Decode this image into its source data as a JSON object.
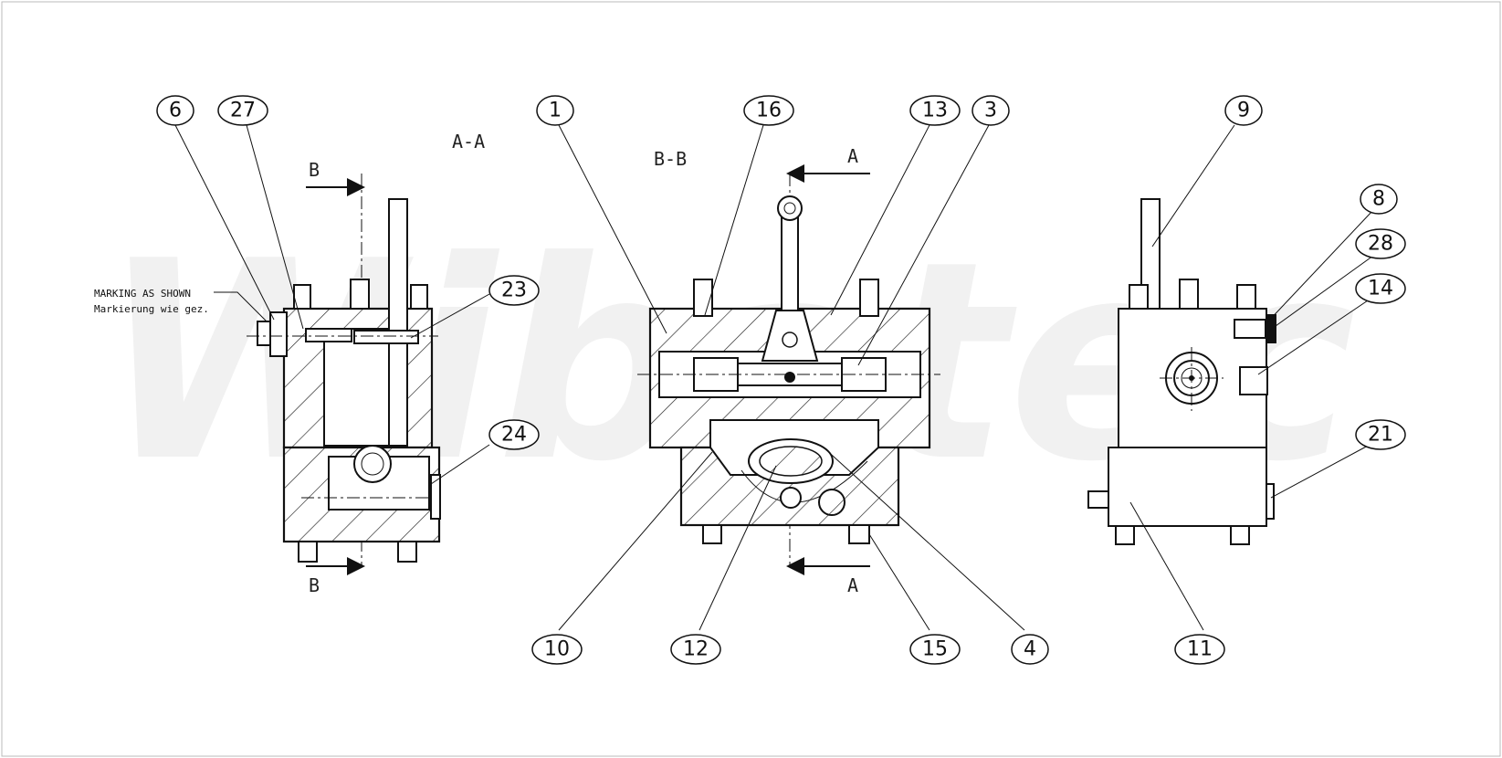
{
  "watermark": "Wibatec",
  "views": {
    "section_aa": {
      "label": "A-A"
    },
    "section_bb": {
      "label": "B-B"
    },
    "cut_marks": {
      "b_top": "B",
      "b_bottom": "B",
      "a_top": "A",
      "a_bottom": "A"
    }
  },
  "note": {
    "line1": "MARKING AS SHOWN",
    "line2": "Markierung wie gez."
  },
  "balloons": [
    "6",
    "27",
    "23",
    "24",
    "1",
    "16",
    "13",
    "3",
    "10",
    "12",
    "15",
    "4",
    "9",
    "8",
    "28",
    "14",
    "21",
    "11"
  ]
}
